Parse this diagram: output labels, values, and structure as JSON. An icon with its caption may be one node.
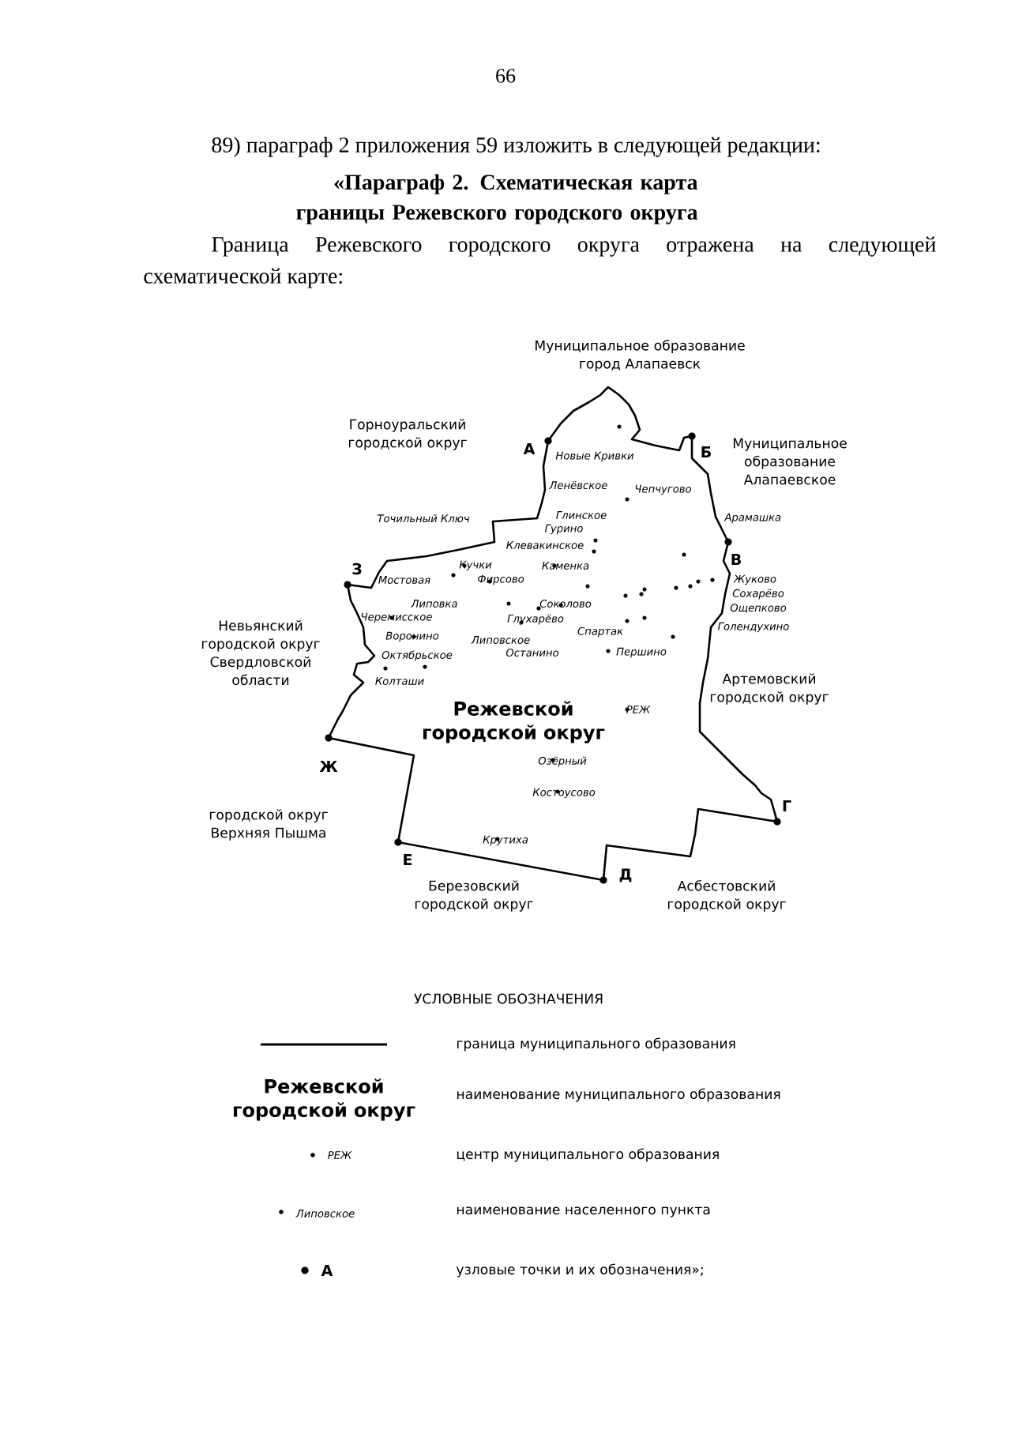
{
  "diagram": {
    "title": "«Параграф 2. Схематическая карта границы Режевского городского округа",
    "labels": [
      "66",
      "89) параграф 2 приложения 59 изложить в следующей редакции:",
      "Граница Режевского городского округа отражена на следующей схематической карте:",
      "Муниципальное образование город Алапаевск",
      "Горноуральский городской округ",
      "А",
      "Новые Кривки",
      "Б",
      "Муниципальное образование Алапаевское",
      "Ленёвское",
      "Чепчугово",
      "Точильный Ключ",
      "Глинское",
      "Гурино",
      "Арамашка",
      "Клевакинское",
      "З",
      "Кучки",
      "Каменка",
      "В",
      "Мостовая",
      "Фирсово",
      "Жуково",
      "Сохарёво",
      "Липовка",
      "Соколово",
      "Ощепково",
      "Невьянский городской округ Свердловской области",
      "Черемисское",
      "Глухарёво",
      "Спартак",
      "Голендухино",
      "Воронино",
      "Липовское",
      "Октябрьское",
      "Останино",
      "Першино",
      "Колташи",
      "Артемовский городской округ",
      "Режевской городской округ",
      "РЕЖ",
      "Ж",
      "Озёрный",
      "Костоусово",
      "Г",
      "городской округ Верхняя Пышма",
      "Крутиха",
      "Е",
      "Д",
      "Березовский городской округ",
      "Асбестовский городской округ",
      "УСЛОВНЫЕ ОБОЗНАЧЕНИЯ",
      "Режевской городской округ",
      "РЕЖ",
      "Липовское",
      "А"
    ],
    "legend": [
      {
        "text": "граница муниципального образования"
      },
      {
        "text": "наименование муниципального образования"
      },
      {
        "text": "центр муниципального образования"
      },
      {
        "text": "наименование населенного пункта"
      },
      {
        "text": "узловые точки и их обозначения»;"
      }
    ]
  }
}
